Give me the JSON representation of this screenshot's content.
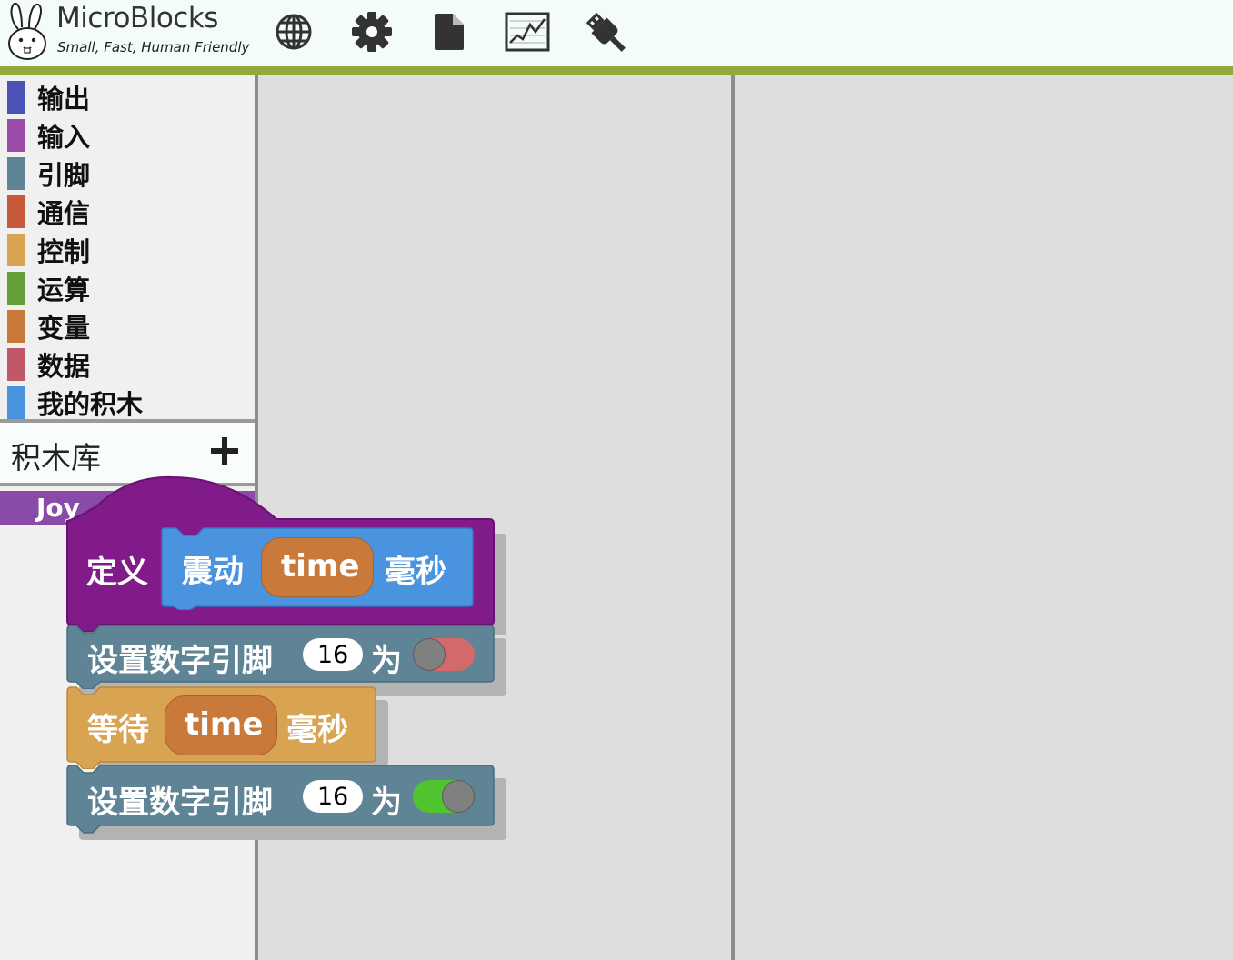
{
  "app": {
    "title": "MicroBlocks",
    "subtitle": "Small, Fast, Human Friendly"
  },
  "toolbar": {
    "icons": [
      "globe-icon",
      "gear-icon",
      "file-icon",
      "graph-icon",
      "usb-plug-icon"
    ]
  },
  "categories": [
    {
      "label": "输出",
      "color": "#4b53b8"
    },
    {
      "label": "输入",
      "color": "#9b4ba8"
    },
    {
      "label": "引脚",
      "color": "#5f8496"
    },
    {
      "label": "通信",
      "color": "#c65a3b"
    },
    {
      "label": "控制",
      "color": "#d8a452"
    },
    {
      "label": "运算",
      "color": "#62a037"
    },
    {
      "label": "变量",
      "color": "#c97a3a"
    },
    {
      "label": "数据",
      "color": "#c15868"
    },
    {
      "label": "我的积木",
      "color": "#4a93df"
    }
  ],
  "library": {
    "label": "积木库",
    "items": [
      {
        "label": "Joy",
        "color": "#8a4aa8"
      }
    ]
  },
  "script": {
    "hat": {
      "define_label": "定义",
      "color": "#801b89"
    },
    "custom_block": {
      "name_part1": "震动",
      "param": "time",
      "name_part2": "毫秒",
      "color": "#4a93df"
    },
    "block1": {
      "label": "设置数字引脚",
      "pin": "16",
      "suffix": "为",
      "state": "off",
      "color": "#5f8496"
    },
    "block2": {
      "label": "等待",
      "var": "time",
      "suffix": "毫秒",
      "color": "#d8a452"
    },
    "block3": {
      "label": "设置数字引脚",
      "pin": "16",
      "suffix": "为",
      "state": "on",
      "color": "#5f8496"
    }
  },
  "colors": {
    "topbar_stripe": "#93a93d",
    "toggle_off": "#d3696a",
    "toggle_on": "#4fc42f"
  }
}
